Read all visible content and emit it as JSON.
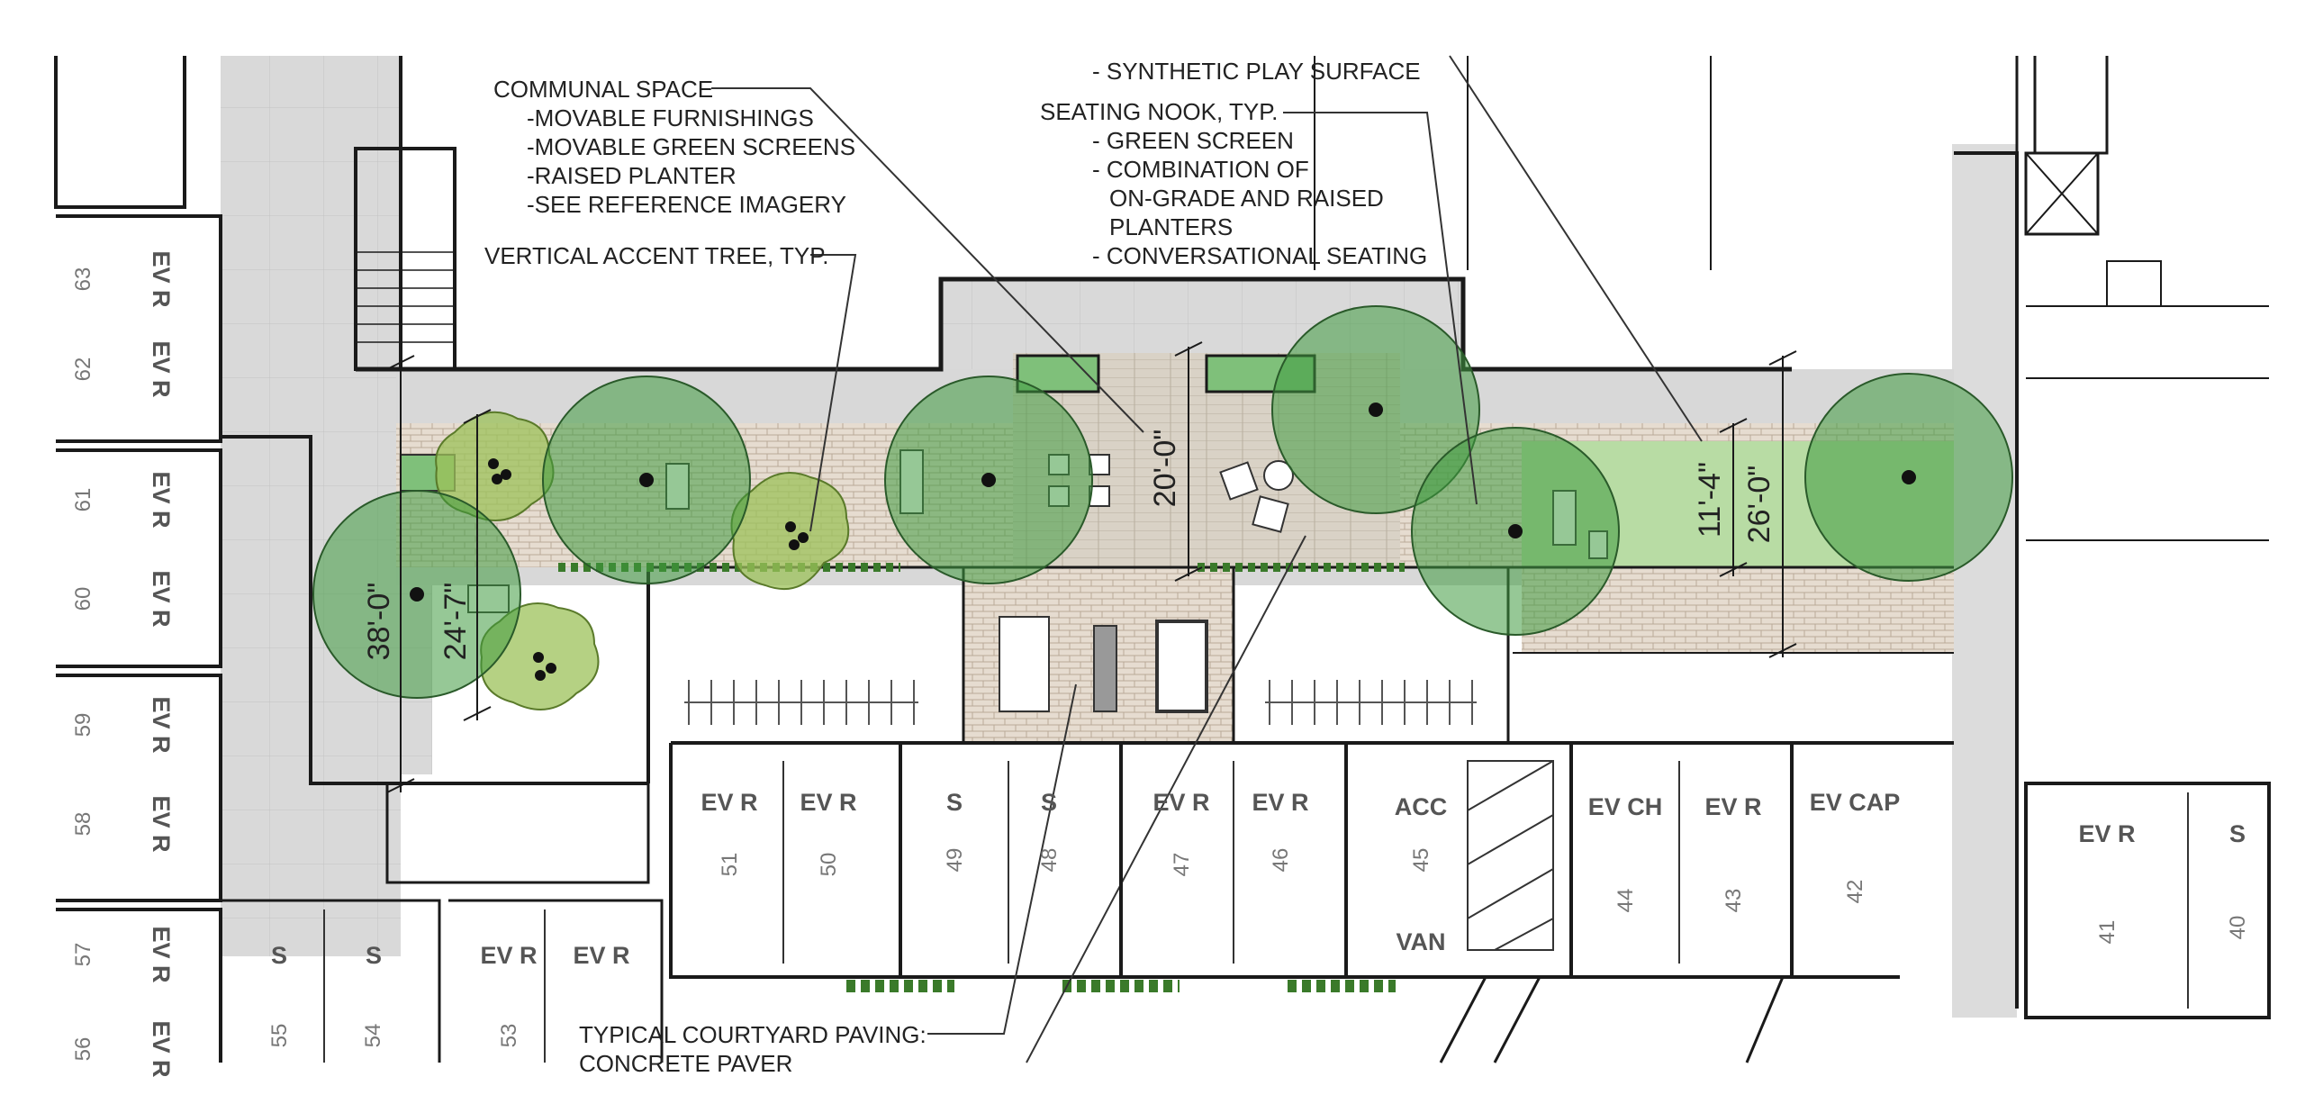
{
  "annotations": {
    "communal": [
      "COMMUNAL SPACE",
      "-MOVABLE FURNISHINGS",
      "-MOVABLE GREEN SCREENS",
      "-RAISED PLANTER",
      "-SEE REFERENCE IMAGERY"
    ],
    "vertical_tree": "VERTICAL ACCENT TREE, TYP.",
    "play_surface": "- SYNTHETIC PLAY SURFACE",
    "seating_nook": [
      "SEATING NOOK, TYP.",
      "- GREEN SCREEN",
      "- COMBINATION OF",
      "ON-GRADE AND RAISED",
      "PLANTERS",
      "- CONVERSATIONAL SEATING"
    ],
    "paving": [
      "TYPICAL COURTYARD PAVING:",
      "CONCRETE PAVER"
    ]
  },
  "dimensions": [
    "20'-0\"",
    "11'-4\"",
    "26'-0\"",
    "38'-0\"",
    "24'-7\""
  ],
  "parking": {
    "left_column": [
      {
        "type": "EV R",
        "num": "63"
      },
      {
        "type": "EV R",
        "num": "62"
      },
      {
        "type": "EV R",
        "num": "61"
      },
      {
        "type": "EV R",
        "num": "60"
      },
      {
        "type": "EV R",
        "num": "59"
      },
      {
        "type": "EV R",
        "num": "58"
      },
      {
        "type": "EV R",
        "num": "57"
      },
      {
        "type": "EV R",
        "num": "56"
      }
    ],
    "bottom_left": [
      {
        "type": "S",
        "num": "55"
      },
      {
        "type": "S",
        "num": "54"
      },
      {
        "type": "EV R",
        "num": "53"
      },
      {
        "type": "EV R",
        "num": ""
      }
    ],
    "main_row": [
      {
        "type": "EV R",
        "num": "51"
      },
      {
        "type": "EV R",
        "num": "50"
      },
      {
        "type": "S",
        "num": "49"
      },
      {
        "type": "S",
        "num": "48"
      },
      {
        "type": "EV R",
        "num": "47"
      },
      {
        "type": "EV R",
        "num": "46"
      },
      {
        "type": "ACC",
        "num": "45",
        "extra": "VAN"
      },
      {
        "type": "EV CH",
        "num": "44"
      },
      {
        "type": "EV R",
        "num": "43"
      },
      {
        "type": "EV CAP",
        "num": "42"
      }
    ],
    "right_row": [
      {
        "type": "EV R",
        "num": "41"
      },
      {
        "type": "S",
        "num": "40"
      }
    ]
  },
  "colors": {
    "wall": "#1a1a1a",
    "corridor": "#dcdcdc",
    "courtyard": "#d8d8d8",
    "paver": "#e6dcd0",
    "deck": "#d9d2c6",
    "play_surface": "#b8dca4",
    "tree_canopy": "#3f9a3f",
    "accent_tree": "#9cc25a"
  }
}
